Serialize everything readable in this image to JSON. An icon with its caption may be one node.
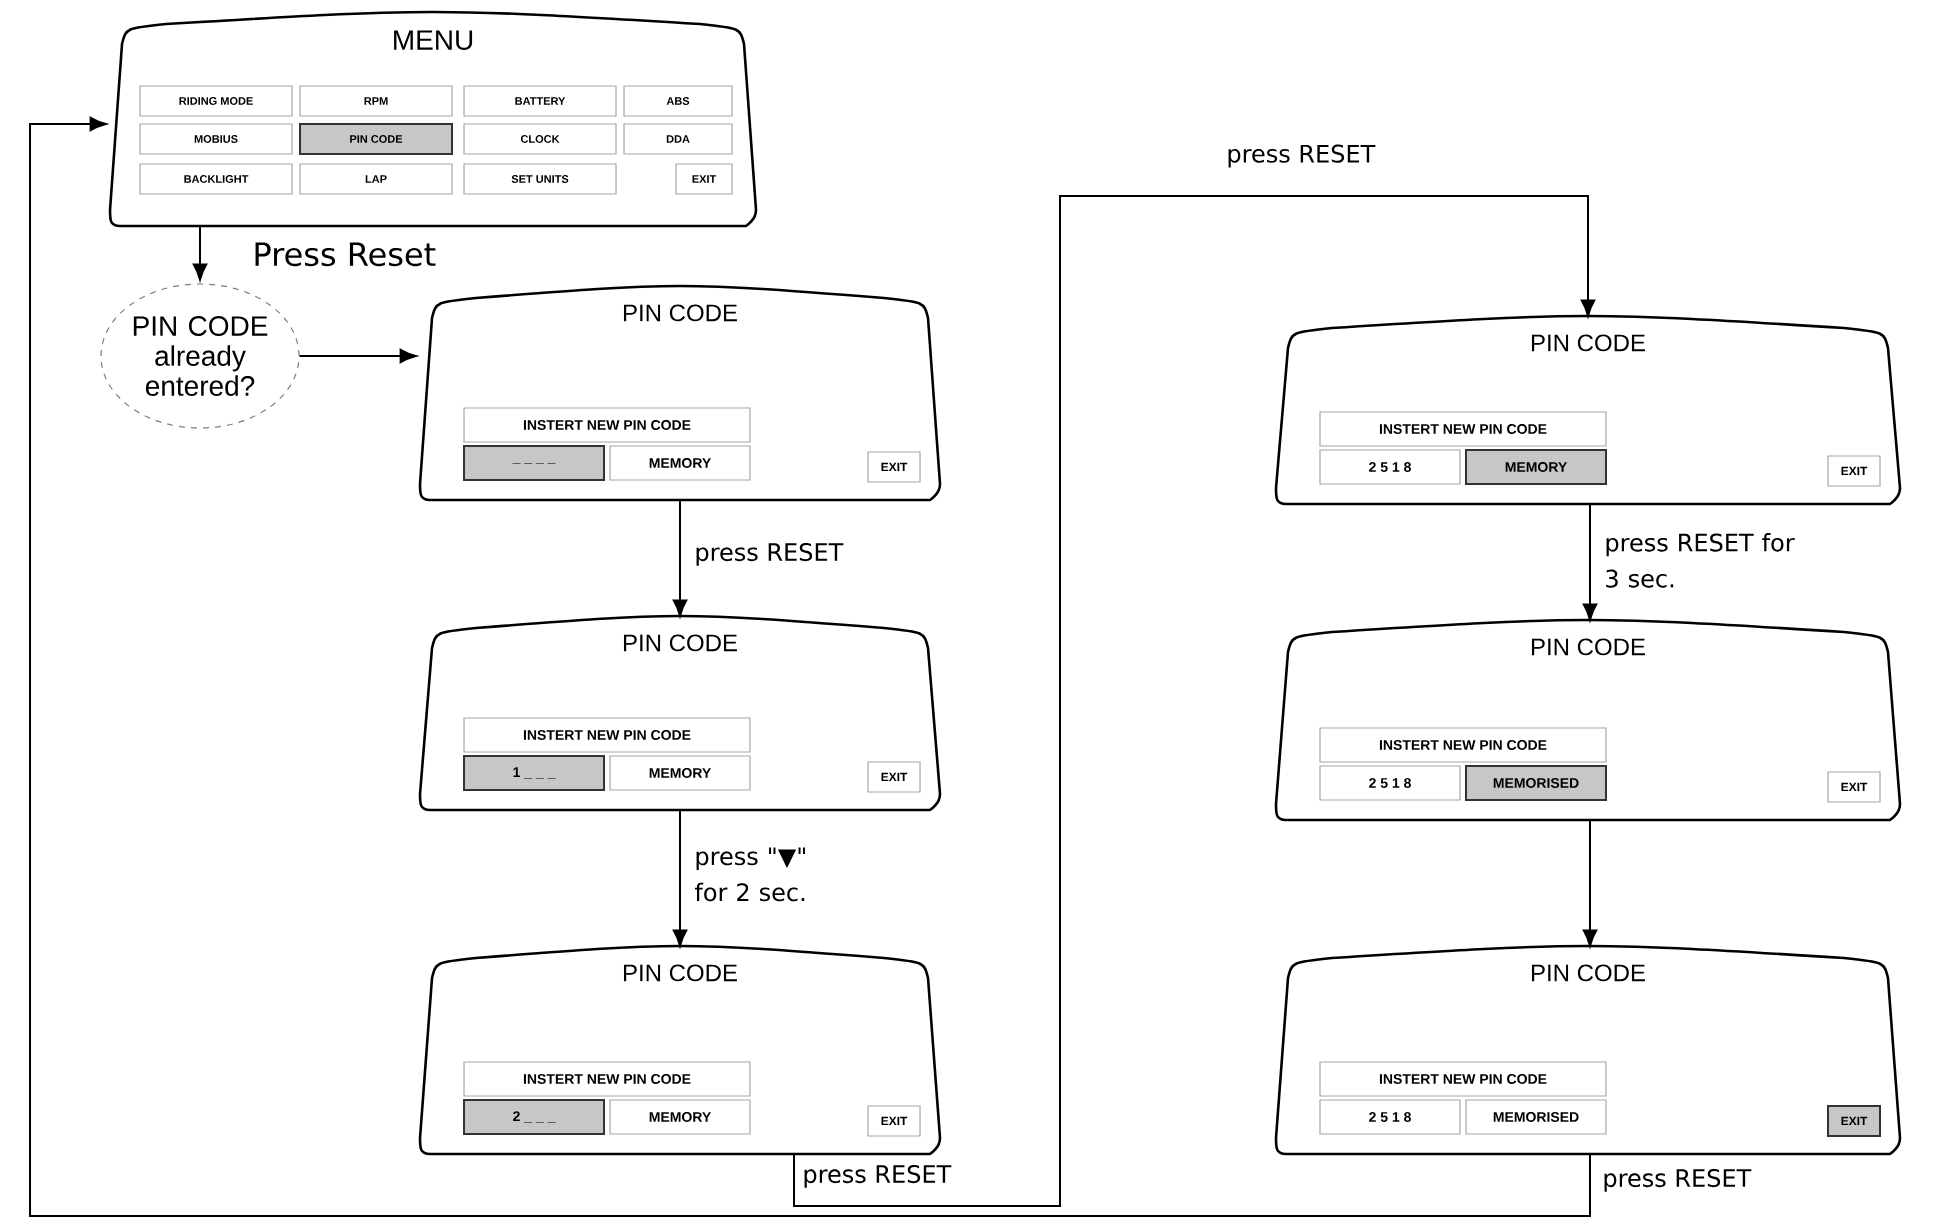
{
  "diagram": {
    "nodes": [
      {
        "text": [
          "MENU"
        ]
      },
      {
        "text": [
          "RIDING MODE"
        ],
        "in": 0
      },
      {
        "text": [
          "RPM"
        ],
        "in": 0
      },
      {
        "text": [
          "BATTERY"
        ],
        "in": 0
      },
      {
        "text": [
          "ABS"
        ],
        "in": 0
      },
      {
        "text": [
          "MOBIUS"
        ],
        "in": 0
      },
      {
        "text": [
          "PIN CODE"
        ],
        "in": 0
      },
      {
        "text": [
          "CLOCK"
        ],
        "in": 0
      },
      {
        "text": [
          "DDA"
        ],
        "in": 0
      },
      {
        "text": [
          "BACKLIGHT"
        ],
        "in": 0
      },
      {
        "text": [
          "LAP"
        ],
        "in": 0
      },
      {
        "text": [
          "SET UNITS"
        ],
        "in": 0
      },
      {
        "text": [
          "EXIT"
        ],
        "in": 0
      },
      {
        "text": [
          "PIN CODE already entered?"
        ]
      },
      {
        "text": [
          "PIN CODE"
        ]
      },
      {
        "text": [
          "INSTERT NEW PIN CODE"
        ],
        "in": 14
      },
      {
        "text": [
          "_ _ _ _"
        ],
        "in": 14
      },
      {
        "text": [
          "MEMORY"
        ],
        "in": 14
      },
      {
        "text": [
          "EXIT"
        ],
        "in": 14
      },
      {
        "text": [
          "PIN CODE"
        ]
      },
      {
        "text": [
          "INSTERT NEW PIN CODE"
        ],
        "in": 19
      },
      {
        "text": [
          "1 _ _ _"
        ],
        "in": 19
      },
      {
        "text": [
          "MEMORY"
        ],
        "in": 19
      },
      {
        "text": [
          "EXIT"
        ],
        "in": 19
      },
      {
        "text": [
          "PIN CODE"
        ]
      },
      {
        "text": [
          "INSTERT NEW PIN CODE"
        ],
        "in": 24
      },
      {
        "text": [
          "2 _ _ _"
        ],
        "in": 24
      },
      {
        "text": [
          "MEMORY"
        ],
        "in": 24
      },
      {
        "text": [
          "EXIT"
        ],
        "in": 24
      },
      {
        "text": [
          "PIN CODE"
        ]
      },
      {
        "text": [
          "INSTERT NEW PIN CODE"
        ],
        "in": 29
      },
      {
        "text": [
          "2 5 1 8"
        ],
        "in": 29
      },
      {
        "text": [
          "MEMORY"
        ],
        "in": 29
      },
      {
        "text": [
          "EXIT"
        ],
        "in": 29
      },
      {
        "text": [
          "PIN CODE"
        ]
      },
      {
        "text": [
          "INSTERT NEW PIN CODE"
        ],
        "in": 34
      },
      {
        "text": [
          "2 5 1 8"
        ],
        "in": 34
      },
      {
        "text": [
          "MEMORISED"
        ],
        "in": 34
      },
      {
        "text": [
          "EXIT"
        ],
        "in": 34
      },
      {
        "text": [
          "PIN CODE"
        ]
      },
      {
        "text": [
          "INSTERT NEW PIN CODE"
        ],
        "in": 39
      },
      {
        "text": [
          "2 5 1 8"
        ],
        "in": 39
      },
      {
        "text": [
          "MEMORISED"
        ],
        "in": 39
      },
      {
        "text": [
          "EXIT"
        ],
        "in": 39
      }
    ],
    "edges": [
      {
        "from": 0,
        "to": 13,
        "arrow": "to",
        "label": "Press Reset"
      },
      {
        "from": 13,
        "to": 14,
        "arrow": "to"
      },
      {
        "from": 14,
        "to": 19,
        "arrow": "to",
        "label": "press RESET"
      },
      {
        "from": 19,
        "to": 24,
        "arrow": "to",
        "label": "press \"▼\" for 2 sec."
      },
      {
        "from": 24,
        "to": 29,
        "arrow": "to",
        "label": "press RESET"
      },
      {
        "from": 29,
        "to": 34,
        "arrow": "to",
        "label": "press RESET for 3 sec."
      },
      {
        "from": 34,
        "to": 39,
        "arrow": "to"
      },
      {
        "from": 39,
        "to": 0,
        "arrow": "to",
        "label": "press RESET"
      }
    ],
    "labels": [
      "press RESET"
    ]
  }
}
